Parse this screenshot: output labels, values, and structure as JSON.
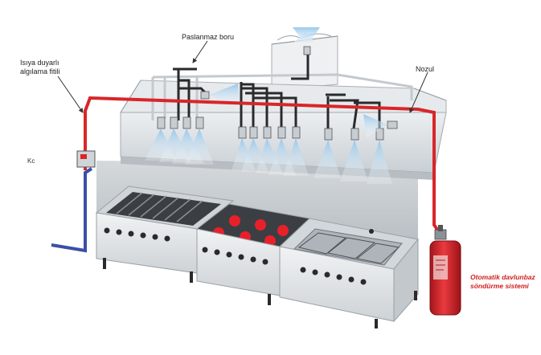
{
  "labels": {
    "stainless_pipe": "Paslanmaz boru",
    "heat_sensor_line1": "Isıya duyarlı",
    "heat_sensor_line2": "algılama fitili",
    "nozzle": "Nozul",
    "cut_label": "Kc",
    "system_line1": "Otomatik davlunbaz",
    "system_line2": "söndürme sistemi"
  },
  "colors": {
    "detection_line": "#d8262a",
    "supply_line": "#3a4fa8",
    "pipe_dark": "#2a2a2a",
    "pipe_light": "#c8cdd2",
    "cylinder": "#d8262a",
    "hood": "#dfe3e6",
    "appliance": "#e9ecee",
    "hot_plate": "#e8202a",
    "spray": "#cfe6f7"
  },
  "icons": [
    "fire-extinguisher-cylinder",
    "control-box",
    "grill",
    "hot-plate-range",
    "fryer"
  ]
}
